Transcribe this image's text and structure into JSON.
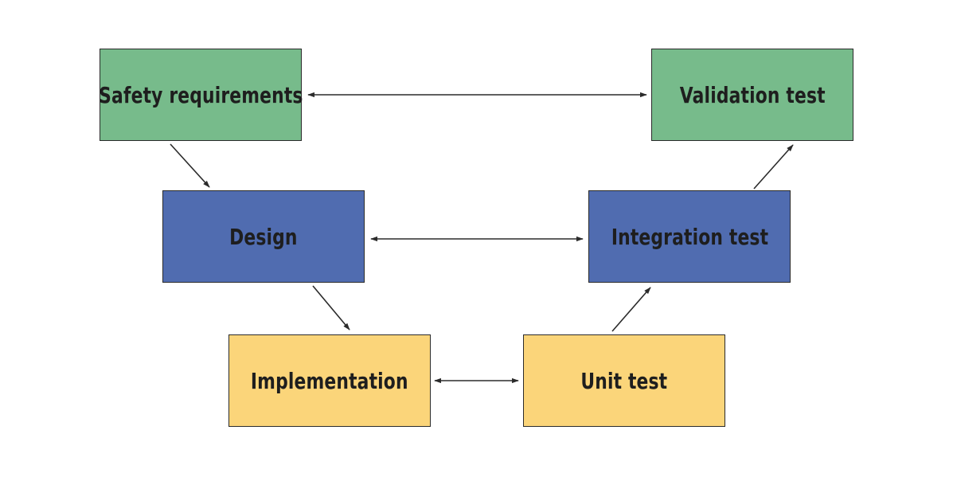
{
  "colors": {
    "requirements_level": "#77bb8b",
    "design_level": "#506cb0",
    "implementation_level": "#fbd57a",
    "stroke": "#2b2b2b"
  },
  "nodes": {
    "safety_requirements": "Safety requirements",
    "validation_test": "Validation test",
    "design": "Design",
    "integration_test": "Integration test",
    "implementation": "Implementation",
    "unit_test": "Unit test"
  }
}
